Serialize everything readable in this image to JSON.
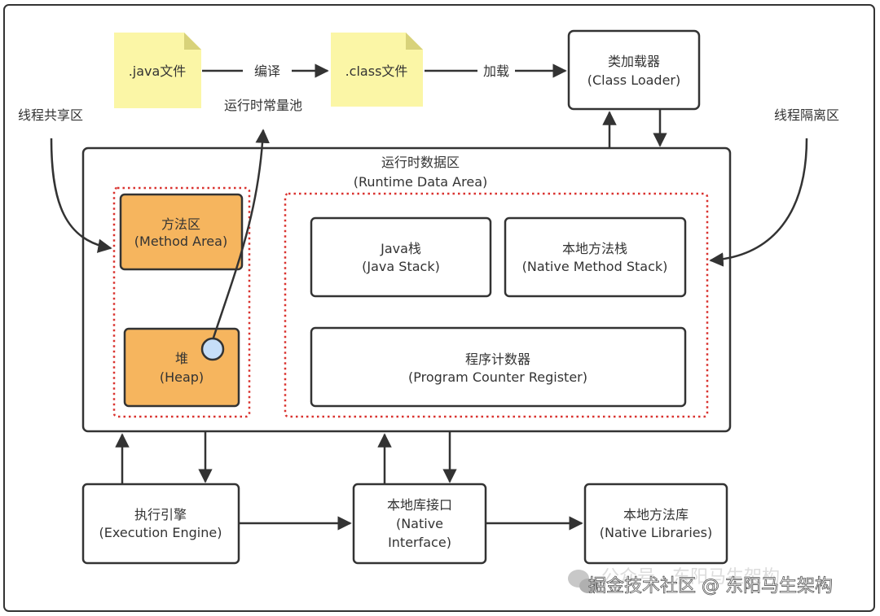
{
  "colors": {
    "stroke": "#333333",
    "file_note": "#fbf6a6",
    "file_fold": "#d8d27a",
    "shared_area": "#f6b55e",
    "dotted_border": "#d9322f",
    "pool_dot": "#c6def8",
    "watermark": "#bdbdbd"
  },
  "files": {
    "java_file": ".java文件",
    "class_file": ".class文件"
  },
  "edges": {
    "compile": "编译",
    "load": "加载"
  },
  "labels": {
    "runtime_constant_pool": "运行时常量池",
    "thread_shared": "线程共享区",
    "thread_isolated": "线程隔离区"
  },
  "class_loader": {
    "cn": "类加载器",
    "en": "(Class Loader)"
  },
  "runtime_data_area": {
    "cn": "运行时数据区",
    "en": "(Runtime Data Area)"
  },
  "method_area": {
    "cn": "方法区",
    "en": "(Method Area)"
  },
  "heap": {
    "cn": "堆",
    "en": "(Heap)"
  },
  "java_stack": {
    "cn": "Java栈",
    "en": "(Java Stack)"
  },
  "native_method_stack": {
    "cn": "本地方法栈",
    "en": "(Native Method Stack)"
  },
  "program_counter": {
    "cn": "程序计数器",
    "en": "(Program Counter Register)"
  },
  "execution_engine": {
    "cn": "执行引擎",
    "en": "(Execution Engine)"
  },
  "native_interface": {
    "cn": "本地库接口",
    "en1": "(Native",
    "en2": "Interface)"
  },
  "native_libraries": {
    "cn": "本地方法库",
    "en": "(Native Libraries)"
  },
  "watermark": {
    "back": "公众号 · 东阳马生架构",
    "front": "掘金技术社区 @ 东阳马生架构"
  }
}
